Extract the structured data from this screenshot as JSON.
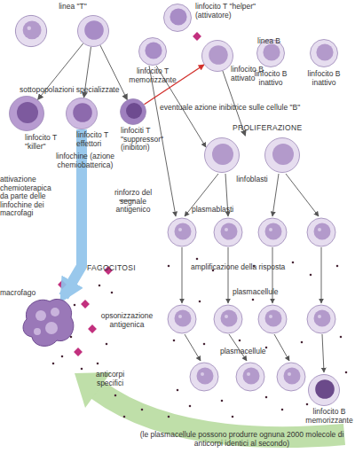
{
  "diagram": {
    "nodes": [
      {
        "text": [
          "linea \"T\""
        ]
      },
      {
        "text": [
          "linfocito T \"helper\" (attivatore)"
        ]
      },
      {
        "text": [
          "linfocito T memorizzante"
        ]
      },
      {
        "text": [
          "linfocito B attivato"
        ]
      },
      {
        "text": [
          "linfocito B inattivo"
        ]
      },
      {
        "text": [
          "linfocito B inattivo"
        ]
      },
      {
        "text": [
          "linfocito T \"killer\""
        ]
      },
      {
        "text": [
          "linfocito T effettori"
        ]
      },
      {
        "text": [
          "linfociti T \"suppressor\" (inibitori)"
        ]
      },
      {
        "text": [
          "linfoblasti"
        ]
      },
      {
        "text": [
          "macrofago"
        ]
      },
      {
        "text": [
          "linfocito B memorizzante"
        ]
      }
    ],
    "edges": [
      {
        "from": 0,
        "to": 6,
        "arrow": "to"
      },
      {
        "from": 0,
        "to": 7,
        "arrow": "to"
      },
      {
        "from": 0,
        "to": 8,
        "arrow": "to"
      },
      {
        "from": 8,
        "to": 3,
        "label": "eventuale azione inibitrice sulle cellule \"B\"",
        "arrow": "to"
      },
      {
        "from": 3,
        "to": 9,
        "arrow": "to"
      },
      {
        "from": 7,
        "to": 10,
        "arrow": "to"
      }
    ],
    "labels": [
      "linea B",
      "sottopopolazioni specializzate",
      "PROLIFERAZIONE",
      "linfochine (azione chemiobatterica)",
      "attivazione chemioterapica da parte delle linfochine dei macrofagi",
      "rinforzo del segnale antigenico",
      "FAGOCITOSI",
      "plasmablasti",
      "opsonizzazione antigenica",
      "amplificazione della risposta",
      "plasmacellule",
      "plasmacellule",
      "anticorpi specifici",
      "(le plasmacellule possono produrre ognuna 2000 molecole di anticorpi identici al secondo)"
    ]
  }
}
